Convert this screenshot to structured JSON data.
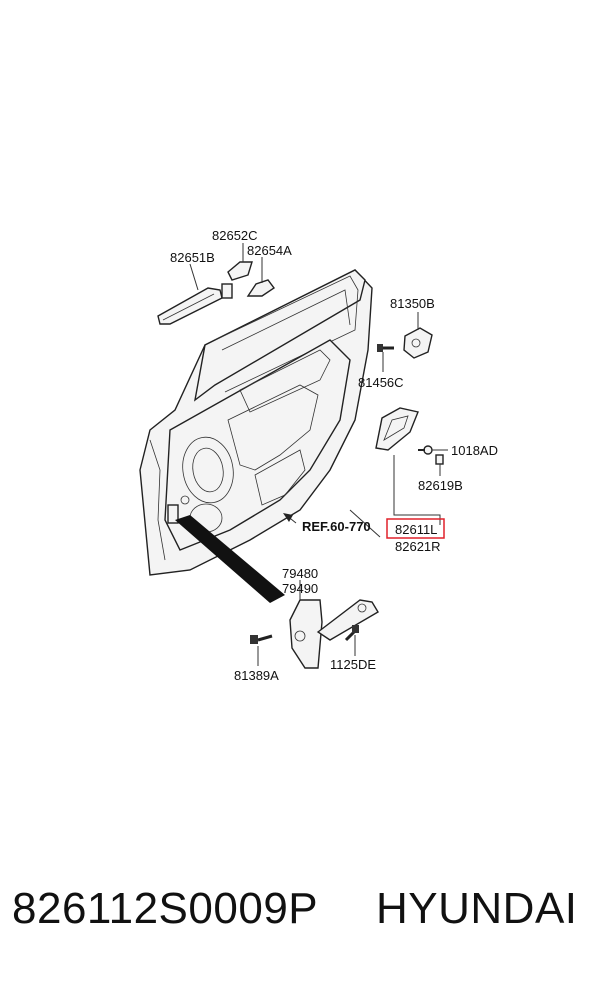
{
  "labels": {
    "l82652C": "82652C",
    "l82651B": "82651B",
    "l82654A": "82654A",
    "l81350B": "81350B",
    "l81456C": "81456C",
    "l1018AD": "1018AD",
    "l82619B": "82619B",
    "ref": "REF.60-770",
    "l82611L": "82611L",
    "l82621R": "82621R",
    "l79480": "79480",
    "l79490": "79490",
    "l81389A": "81389A",
    "l1125DE": "1125DE"
  },
  "highlight_color": "#e0202a",
  "footer": {
    "part_number": "826112S0009P",
    "brand": "HYUNDAI"
  }
}
